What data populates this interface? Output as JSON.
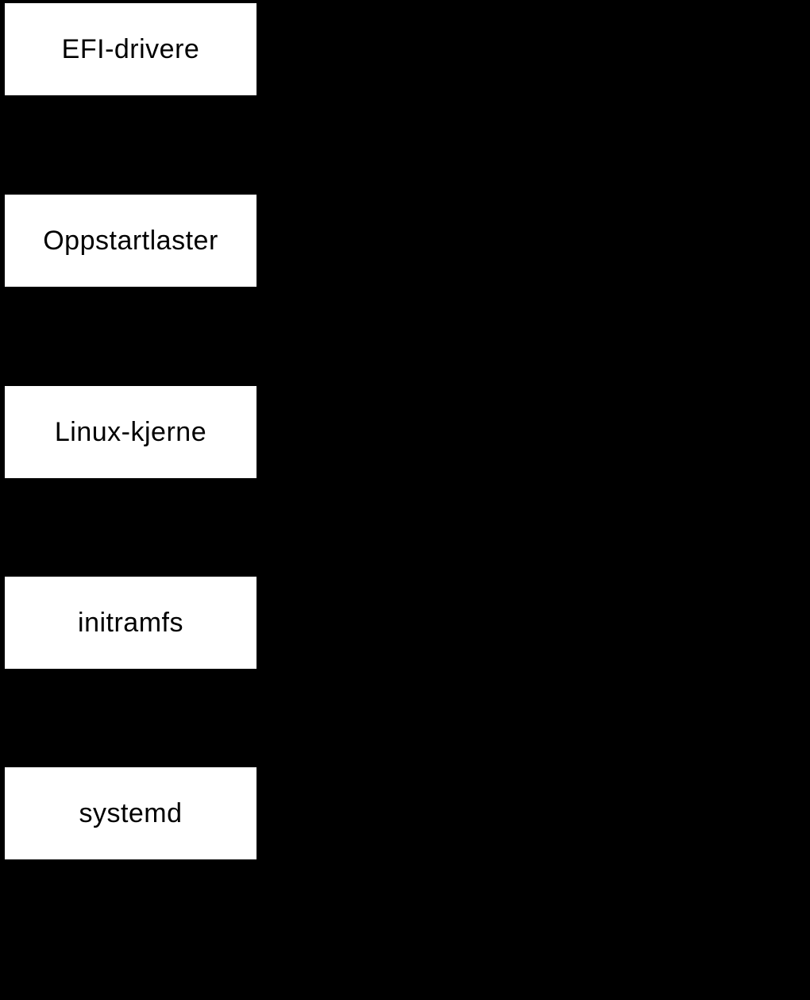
{
  "diagram": {
    "type": "flowchart",
    "orientation": "vertical",
    "colors": {
      "background": "#000000",
      "node_fill": "#ffffff",
      "node_text": "#000000"
    },
    "nodes": [
      {
        "id": "efi-drivere",
        "label": "EFI-drivere"
      },
      {
        "id": "oppstartlaster",
        "label": "Oppstartlaster"
      },
      {
        "id": "linux-kjerne",
        "label": "Linux-kjerne"
      },
      {
        "id": "initramfs",
        "label": "initramfs"
      },
      {
        "id": "systemd",
        "label": "systemd"
      }
    ]
  }
}
